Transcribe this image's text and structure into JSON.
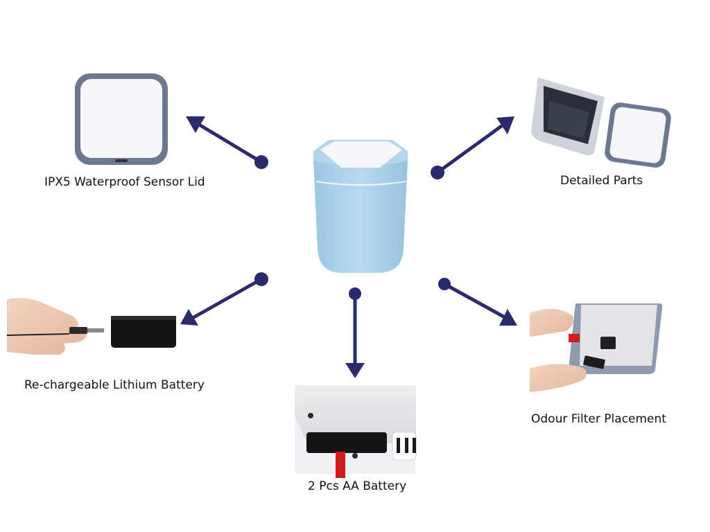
{
  "colors": {
    "arrow": "#2b2a6e",
    "bin_body": "#aad0ea",
    "lid_frame": "#6b7890",
    "lid_top": "#f7f8fb",
    "battery": "#141414",
    "filter_tab": "#d01c1c"
  },
  "labels": {
    "lid": "IPX5 Waterproof Sensor Lid",
    "parts": "Detailed Parts",
    "lithium": "Re-chargeable Lithium Battery",
    "aa": "2 Pcs AA Battery",
    "odour": "Odour Filter Placement"
  },
  "icons": [
    "sensor-lid-image",
    "trash-bin-image",
    "detailed-parts-image",
    "lithium-battery-image",
    "aa-battery-image",
    "odour-filter-image"
  ]
}
